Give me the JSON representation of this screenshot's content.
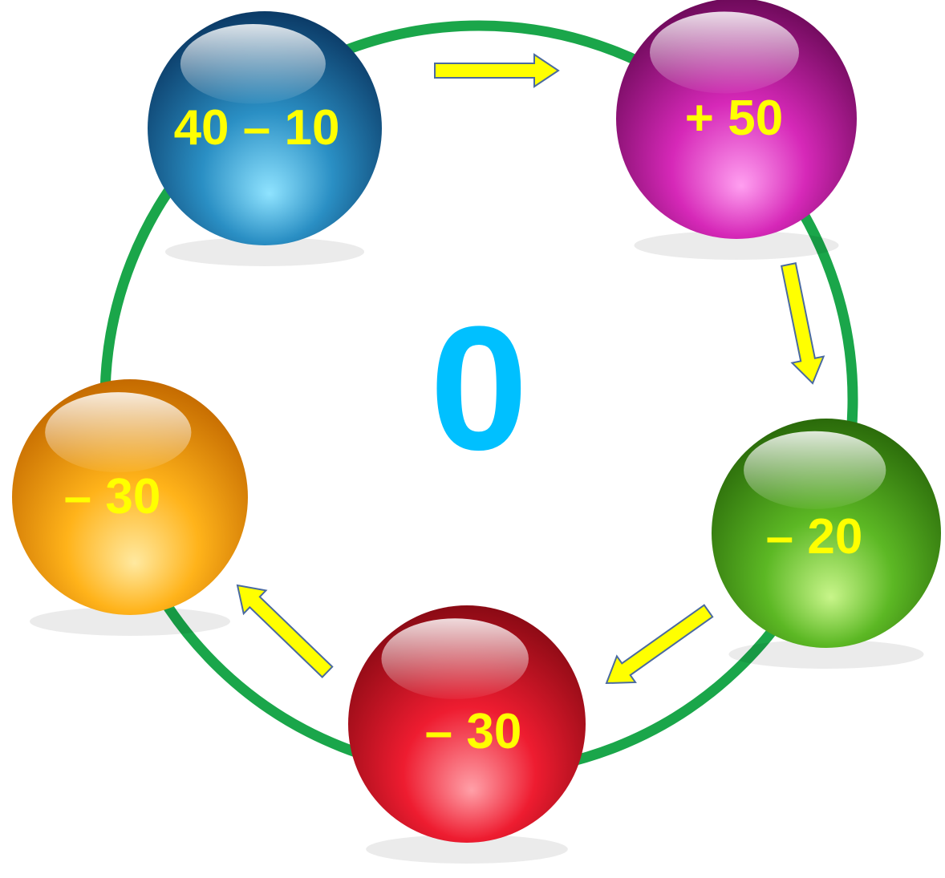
{
  "center": {
    "value": "0",
    "color": "#00c0ff"
  },
  "ring_color": "#1aa64a",
  "label_color": "#ffff00",
  "arrow_color": "#ffff00",
  "balls": [
    {
      "label": "40 – 10",
      "color": "blue"
    },
    {
      "label": "+ 50",
      "color": "magenta"
    },
    {
      "label": "– 20",
      "color": "green"
    },
    {
      "label": "– 30",
      "color": "red"
    },
    {
      "label": "– 30",
      "color": "orange"
    }
  ]
}
